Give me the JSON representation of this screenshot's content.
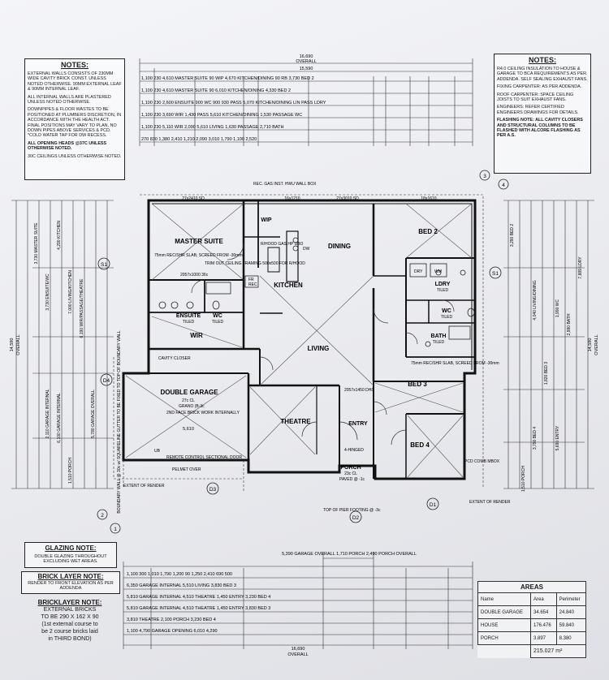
{
  "notes_left": {
    "title": "NOTES:",
    "items": [
      "EXTERNAL WALLS CONSISTS OF 230mm WIDE CAVITY BRICK CONST. UNLESS NOTED OTHERWISE. 90mm EXTERNAL LEAF & 90mm INTERNAL LEAF.",
      "ALL INTERNAL WALLS ARE PLASTERED UNLESS NOTED OTHERWISE.",
      "DOWNPIPES & FLOOR WASTES TO BE POSITIONED AT PLUMBERS DISCRETION, IN ACCORDANCE WITH THE HEALTH ACT. FINAL POSITIONS MAY VARY TO PLAN, NO DOWN PIPES ABOVE SERVICES & PCD. *COLD WATER TAP FOR DW RECESS.",
      "ALL OPENING HEADS @37c UNLESS OTHERWISE NOTED.",
      "30c CEILINGS UNLESS OTHERWISE NOTED."
    ]
  },
  "notes_right": {
    "title": "NOTES:",
    "items": [
      "R4.0 CEILING INSULATION TO HOUSE & GARAGE TO BCA REQUIREMENTS AS PER. ADDENDA. SELF SEALING EXHAUST FANS.",
      "FIXING CARPENTER: AS PER ADDENDA.",
      "ROOF CARPENTER: SPACE CEILING JOISTS TO SUIT EXHAUST FANS.",
      "ENGINEERS: REFER CERTIFIED ENGINEERS DRAWINGS FOR DETAILS.",
      "FLASHING NOTE: ALL CAVITY CLOSERS AND STRUCTURAL COLUMNS TO BE FLASHED WITH ALCORE FLASHING AS PER A.S."
    ]
  },
  "glazing_note": {
    "title": "GLAZING NOTE:",
    "text": "DOUBLE GLAZING THROUGHOUT EXCLUDING WET AREAS."
  },
  "brick_layer_note": {
    "title": "BRICK LAYER NOTE:",
    "text": "RENDER TO FRONT ELEVATION AS PER ADDENDA"
  },
  "bricklayer_note": {
    "title": "BRICKLAYER NOTE:",
    "lines": [
      "EXTERNAL BRICKS",
      "TO BE 290 X 162 X 90",
      "(1st external course to",
      "be 2 course bricks laid",
      "in THIRD BOND)"
    ]
  },
  "top_dims": {
    "overall": "16,690",
    "overall_label": "OVERALL",
    "overall2": "15,590",
    "rows": [
      "1,100  230  4,610  MASTER SUITE  90  WIP  4,670  KITCHEN/DINING  90  RB  3,730  BED 2",
      "1,100  230  4,610  MASTER SUITE  90  6,010  KITCHEN/DINING  4,330  BED 2",
      "1,100  230  2,600  ENSUITE  900  WC  900  930  PASS  5,070  KITCHEN/DINING  LIN  PASS  LDRY",
      "1,100  230  3,690  WIR  1,430  PASS  5,610  KITCHEN/DINING  1,530  PASSAGE  WC",
      "1,100  230  5,110  WIR  2,090  5,610  LIVING  1,630  PASSAGE  2,710  BATH",
      "270  830  1,380  2,410  1,210  2,090  3,010  1,790  1,100  2,520"
    ]
  },
  "rooms": {
    "master_suite": "MASTER SUITE",
    "ensuite": "ENSUITE",
    "ensuite_sub": "TILED",
    "wc1": "WC",
    "wc1_sub": "TILED",
    "wir": "WIR",
    "wip": "WIP",
    "kitchen": "KITCHEN",
    "dining": "DINING",
    "living": "LIVING",
    "bed2": "BED 2",
    "ldry": "LDRY",
    "ldry_sub": "TILED",
    "wc2": "WC",
    "wc2_sub": "TILED",
    "bath": "BATH",
    "bath_sub": "TILED",
    "bed3": "BED 3",
    "bed4": "BED 4",
    "double_garage": "DOUBLE GARAGE",
    "garage_sub": "27c CL",
    "theatre": "THEATRE",
    "entry": "ENTRY",
    "porch": "PORCH",
    "porch_sub": "23c CL"
  },
  "plan_labels": {
    "window_top1": "27x2410 SD",
    "window_top2": "16x1210",
    "window_top3": "27x3010 SD",
    "window_top4": "18x1610",
    "rec_gas": "REC. GAS INST. HWU WALL BOX",
    "shr_slab": "75mm REC/SHR SLAB, SCREED FROM -30mm",
    "trim_out": "TRIM OUT CEILING FRAMING 500x500 FOR R/HOOD",
    "rhood": "R/HOOD GAS HP UBO",
    "door_2057": "2057x1000 36c",
    "fr": "FR",
    "rec": "REC",
    "dw": "DW",
    "dry": "DRY",
    "wm": "WM",
    "cavity_closer": "CAVITY CLOSER",
    "granol": "GRANO (B-3c",
    "face_brick": "2ND FACE BRICK WORK INTERNALLY",
    "boundary_wall": "BOUNDARY WALL @ 30c w/ SQUARELINE GUTTER TO BE FIXED TO TOP OF BOUNDARY WALL",
    "remote_door": "REMOTE CONTROL SECTIONAL DOOR",
    "ub": "UB",
    "pelmet": "PELMET OVER",
    "extent_render_l": "EXTENT OF RENDER",
    "extent_render_r": "EXTENT OF RENDER",
    "top_pier": "TOP OF PIER FOOTING @ -3c",
    "paved": "PAVED @ -1c",
    "four_hinged": "4-HINGED",
    "bath_slab": "75mm REC/SHR SLAB, SCREED FROM -30mm",
    "pcd": "PCD COMB MBOX",
    "dhd": "2057x1450 DHD",
    "width_5610": "5,610",
    "tags": {
      "s1": "S1",
      "s1r": "S1",
      "d1": "D1",
      "d2": "D2",
      "d3": "D3",
      "d4": "D4",
      "c1": "1",
      "c2": "2",
      "c3": "3",
      "c4": "4"
    }
  },
  "left_dims": {
    "overall": "14,590",
    "overall_label": "OVERALL",
    "labels": [
      "3,730 MASTER SUITE",
      "3,730 ENSUITE/WC",
      "4,290 KITCHEN",
      "7,000 LIVING/KITCHEN",
      "6,190 WIR/PASSAGE/THEATRE",
      "2,110 GARAGE INTERNAL",
      "6,100 GARAGE INTERNAL",
      "5,780 GARAGE OVERALL",
      "1,510 PORCH"
    ]
  },
  "right_dims": {
    "overall": "14,590",
    "overall_label": "OVERALL",
    "labels": [
      "3,290 BED 2",
      "7,889 LDRY",
      "4,040 LIVING/DINING",
      "1,990 WC",
      "2,990 BATH",
      "1,820 BED 3",
      "3,790 BED 4",
      "5,690 ENTRY",
      "1,510 PORCH"
    ]
  },
  "bottom_dims": {
    "overall": "16,690",
    "overall_label": "OVERALL",
    "rows": [
      "5,390 GARAGE OVERALL  1,710 PORCH  2,490 PORCH OVERALL",
      "1,100  300  1,010  1,790  1,200  90  1,250  2,410  690  500",
      "6,350 GARAGE INTERNAL  5,510 LIVING  3,830 BED 3",
      "5,810 GARAGE INTERNAL  4,510 THEATRE  1,450 ENTRY  3,230 BED 4",
      "5,810 GARAGE INTERNAL  4,510 THEATRE  1,450 ENTRY  3,830 BED 3",
      "3,810 THEATRE  2,100 PORCH  3,230 BED 4",
      "1,100  4,790 GARAGE OPENING  6,010  4,290"
    ]
  },
  "areas": {
    "title": "AREAS",
    "headers": [
      "Name",
      "Area",
      "Perimeter"
    ],
    "rows": [
      [
        "DOUBLE GARAGE",
        "34.654",
        "24.840"
      ],
      [
        "HOUSE",
        "176.476",
        "59.840"
      ],
      [
        "PORCH",
        "3.897",
        "8.380"
      ]
    ],
    "total": "215.027 m²"
  }
}
